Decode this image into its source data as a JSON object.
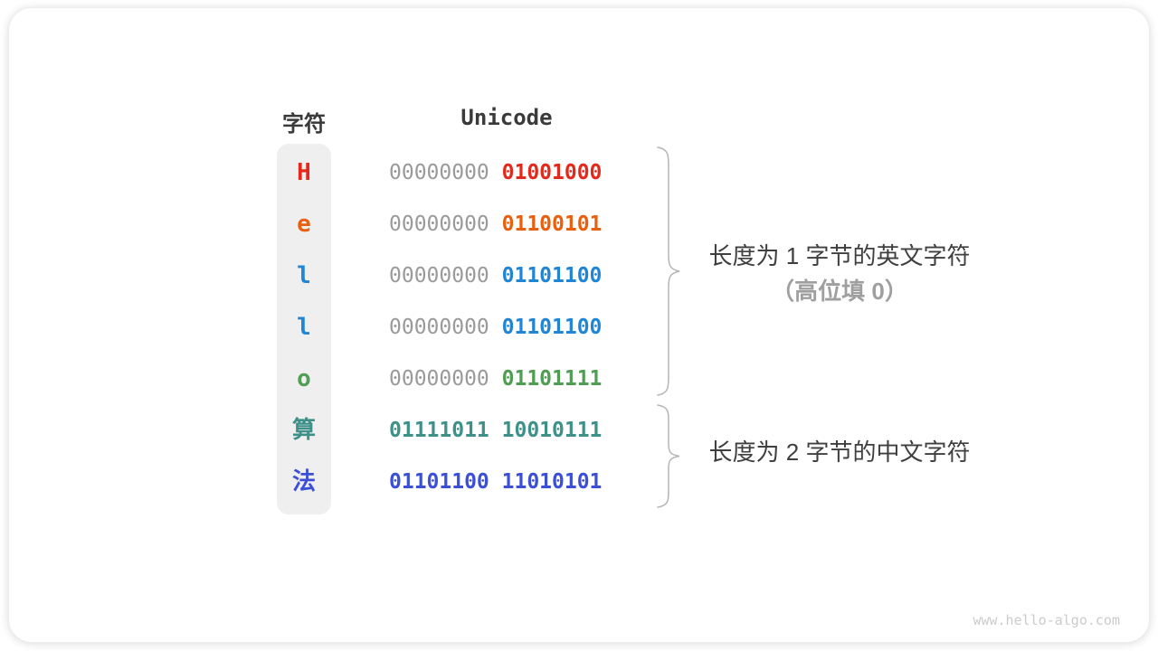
{
  "header": {
    "char_col_label": "字符",
    "unicode_col_label": "Unicode"
  },
  "table": {
    "rows": [
      {
        "char": "H",
        "byte1": "00000000",
        "byte2": "01001000",
        "byte1_gray": true,
        "color": "#e3291b"
      },
      {
        "char": "e",
        "byte1": "00000000",
        "byte2": "01100101",
        "byte1_gray": true,
        "color": "#e8600d"
      },
      {
        "char": "l",
        "byte1": "00000000",
        "byte2": "01101100",
        "byte1_gray": true,
        "color": "#2185d5"
      },
      {
        "char": "l",
        "byte1": "00000000",
        "byte2": "01101100",
        "byte1_gray": true,
        "color": "#2185d5"
      },
      {
        "char": "o",
        "byte1": "00000000",
        "byte2": "01101111",
        "byte1_gray": true,
        "color": "#4f9e53"
      },
      {
        "char": "算",
        "byte1": "01111011",
        "byte2": "10010111",
        "byte1_gray": false,
        "color": "#3e9189"
      },
      {
        "char": "法",
        "byte1": "01101100",
        "byte2": "11010101",
        "byte1_gray": false,
        "color": "#3b50d6"
      }
    ],
    "gray_byte_color": "#9a9a9a"
  },
  "annotations": {
    "one_byte_line1": "长度为 1 字节的英文字符",
    "one_byte_line2": "（高位填 0）",
    "two_byte_line1": "长度为 2 字节的中文字符"
  },
  "watermark": "www.hello-algo.com",
  "colors": {
    "heading_text": "#3a3a3a",
    "annotation_text": "#3f3f3f",
    "annotation_muted": "#9f9f9f",
    "brace": "#b5b5b5",
    "char_column_bg": "#efeff0",
    "watermark": "#cbcbcb"
  }
}
